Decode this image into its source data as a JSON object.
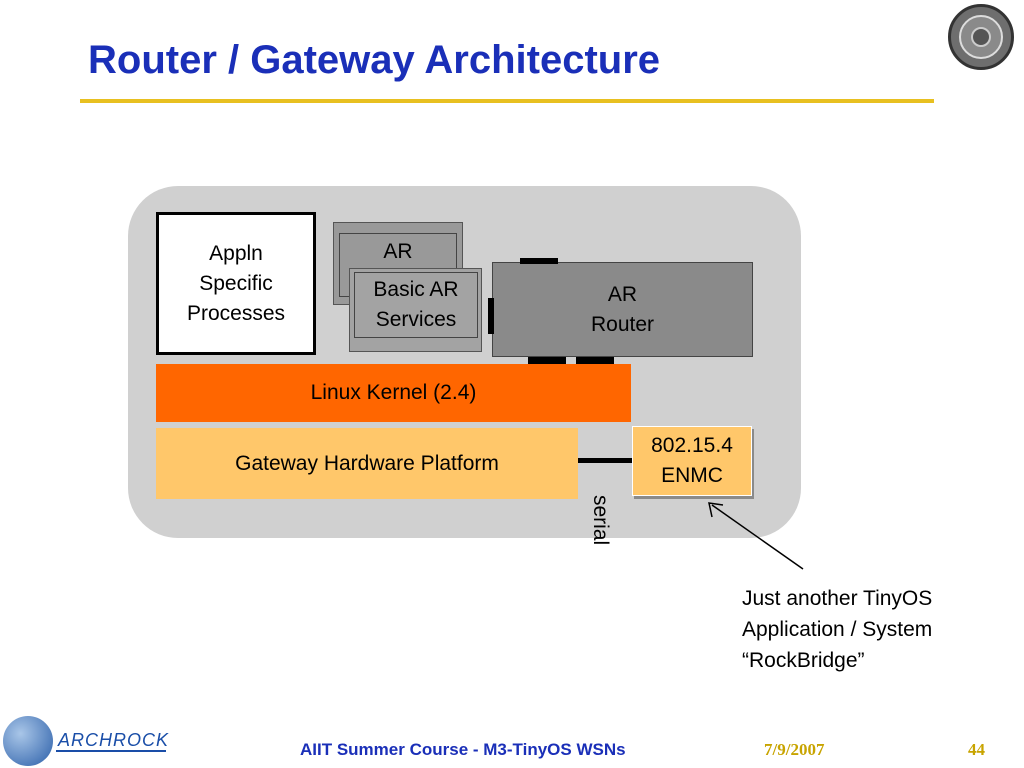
{
  "slide": {
    "title": "Router / Gateway Architecture"
  },
  "diagram": {
    "appln": "Appln Specific Processes",
    "ar_back": "AR",
    "basic_ar": "Basic AR Services",
    "ar_router": "AR Router",
    "linux_kernel": "Linux Kernel (2.4)",
    "gateway_hw": "Gateway Hardware Platform",
    "enmc": "802.15.4 ENMC",
    "serial": "serial",
    "note_line1": "Just another TinyOS",
    "note_line2": "Application / System",
    "note_line3": "“RockBridge”"
  },
  "footer": {
    "course": "AIIT Summer Course - M3-TinyOS WSNs",
    "date": "7/9/2007",
    "page_number": "44",
    "logo_text": "ARCHROCK"
  },
  "colors": {
    "title": "#1a2fb8",
    "rule": "#e8c020",
    "kernel": "#ff6600",
    "hardware": "#ffc76a",
    "panel": "#d0d0d0"
  }
}
